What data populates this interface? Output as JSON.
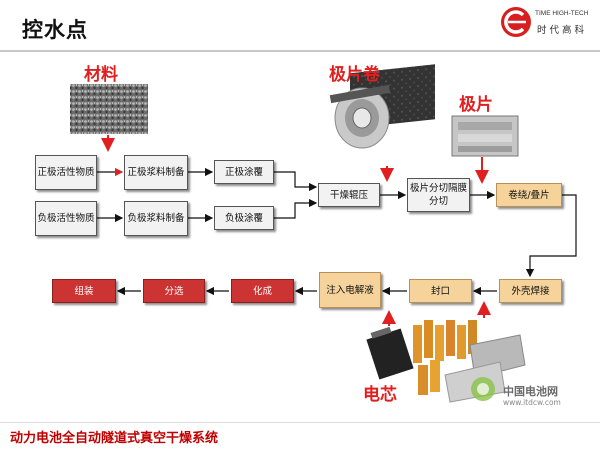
{
  "header": {
    "title": "控水点",
    "logo_en": "TIME HIGH-TECH",
    "logo_cn": "时代高科"
  },
  "labels": {
    "materials": "材料",
    "electrode_roll": "极片卷",
    "electrode_sheet": "极片",
    "cell": "电芯"
  },
  "process": {
    "pos_active": "正极活性物质",
    "pos_slurry": "正极浆料制备",
    "pos_coating": "正极涂覆",
    "neg_active": "负极活性物质",
    "neg_slurry": "负极浆料制备",
    "neg_coating": "负极涂覆",
    "dry_press": "干燥辊压",
    "slit": "极片分切隔膜分切",
    "wind": "卷绕/叠片",
    "shell_weld": "外壳焊接",
    "seal": "封口",
    "inject": "注入电解液",
    "formation": "化成",
    "sorting": "分选",
    "assembly": "组装"
  },
  "footer": {
    "caption": "动力电池全自动隧道式真空干燥系统"
  },
  "watermark": {
    "name": "中国电池网",
    "url": "www.itdcw.com"
  },
  "colors": {
    "accent_red": "#e02020",
    "tan_box": "#f5d39b",
    "red_box": "#cc3333",
    "grey_box": "#f2f2f2"
  }
}
